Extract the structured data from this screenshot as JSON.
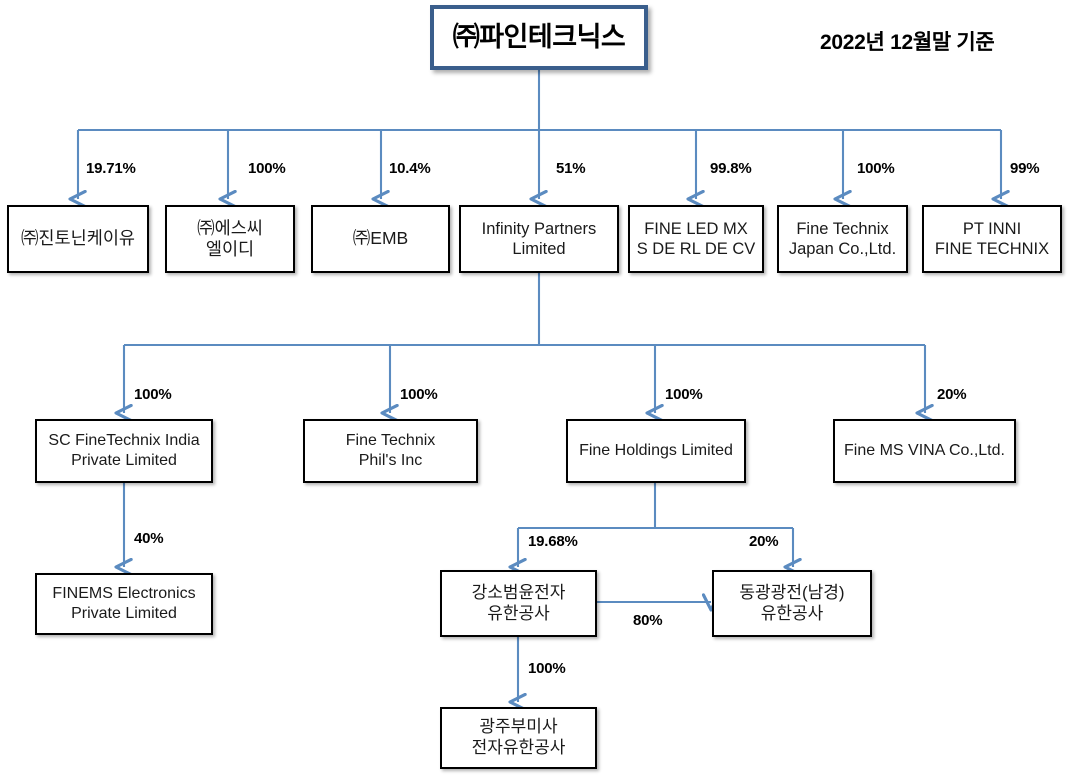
{
  "header": {
    "date_note": "2022년 12월말 기준"
  },
  "root": {
    "label": "㈜파인테크닉스"
  },
  "level1": [
    {
      "label": "㈜진토닌케이유",
      "pct": "19.71%",
      "script": "kr"
    },
    {
      "label": "㈜에스씨\n엘이디",
      "pct": "100%",
      "script": "kr"
    },
    {
      "label": "㈜EMB",
      "pct": "10.4%",
      "script": "kr"
    },
    {
      "label": "Infinity Partners\nLimited",
      "pct": "51%",
      "script": "en"
    },
    {
      "label": "FINE LED MX\nS DE RL DE CV",
      "pct": "99.8%",
      "script": "en"
    },
    {
      "label": "Fine Technix\nJapan Co.,Ltd.",
      "pct": "100%",
      "script": "en"
    },
    {
      "label": "PT INNI\nFINE TECHNIX",
      "pct": "99%",
      "script": "en"
    }
  ],
  "level2": [
    {
      "label": "SC FineTechnix India\nPrivate Limited",
      "pct": "100%",
      "script": "en"
    },
    {
      "label": "Fine Technix\nPhil's Inc",
      "pct": "100%",
      "script": "en"
    },
    {
      "label": "Fine Holdings Limited",
      "pct": "100%",
      "script": "en"
    },
    {
      "label": "Fine MS VINA Co.,Ltd.",
      "pct": "20%",
      "script": "en"
    }
  ],
  "level3": [
    {
      "label": "FINEMS Electronics\nPrivate Limited",
      "pct": "40%",
      "script": "en"
    },
    {
      "label": "강소범윤전자\n유한공사",
      "pct": "19.68%",
      "script": "kr"
    },
    {
      "label": "동광광전(남경)\n유한공사",
      "pct": "20%",
      "script": "kr"
    }
  ],
  "level4": [
    {
      "label": "광주부미사\n전자유한공사",
      "pct": "100%",
      "script": "kr"
    }
  ],
  "cross_link": {
    "pct": "80%",
    "from": "강소범윤전자 유한공사",
    "to": "동광광전(남경) 유한공사"
  },
  "colors": {
    "connector": "#5b8bc0",
    "root_border": "#3a5e8c",
    "node_border": "#000000",
    "text": "#000000",
    "background": "#ffffff"
  }
}
